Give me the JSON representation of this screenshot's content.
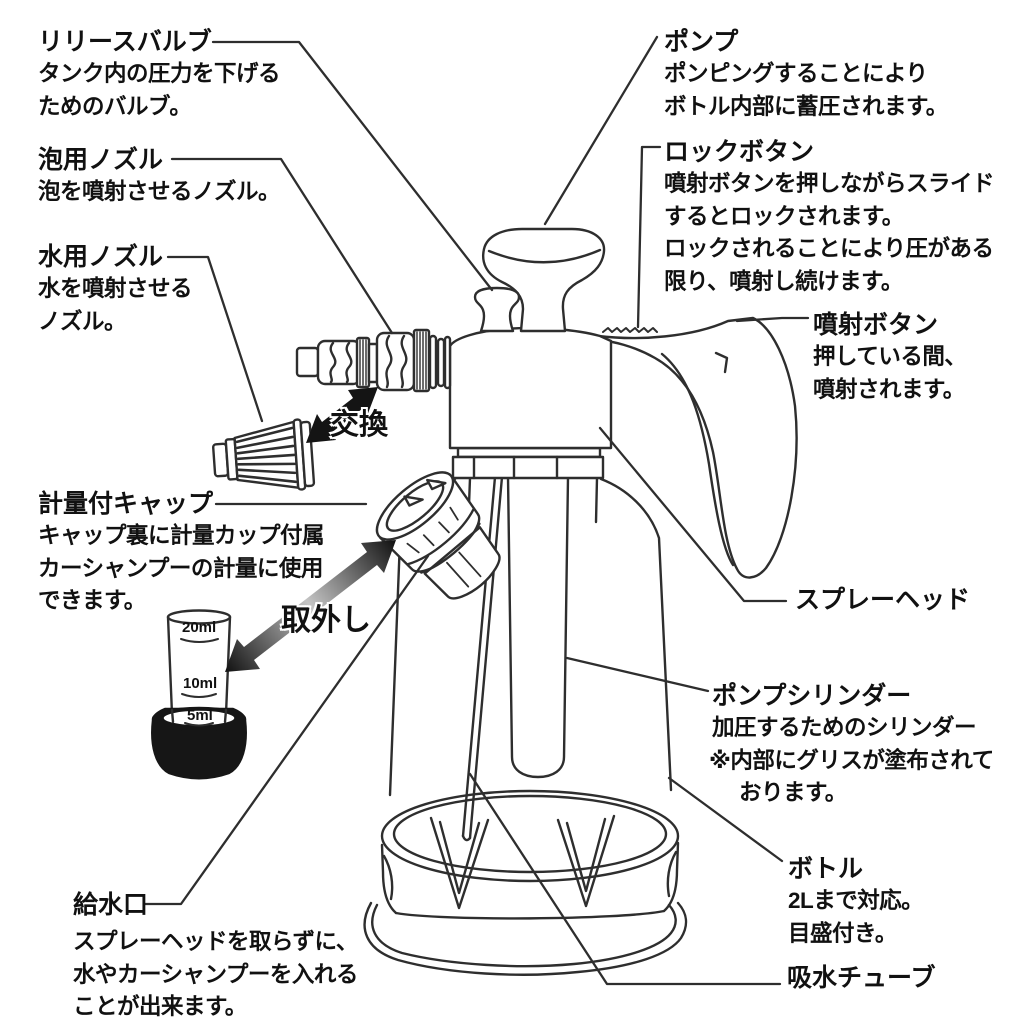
{
  "labels": {
    "release_valve": {
      "title": "リリースバルブ",
      "lines": [
        "タンク内の圧力を下げる",
        "ためのバルブ。"
      ]
    },
    "foam_nozzle": {
      "title": "泡用ノズル",
      "lines": [
        "泡を噴射させるノズル。"
      ]
    },
    "water_nozzle": {
      "title": "水用ノズル",
      "lines": [
        "水を噴射させる",
        "ノズル。"
      ]
    },
    "pump": {
      "title": "ポンプ",
      "lines": [
        "ポンピングすることにより",
        "ボトル内部に蓄圧されます。"
      ]
    },
    "lock_button": {
      "title": "ロックボタン",
      "lines": [
        "噴射ボタンを押しながらスライド",
        "するとロックされます。",
        "ロックされることにより圧がある",
        "限り、噴射し続けます。"
      ]
    },
    "spray_button": {
      "title": "噴射ボタン",
      "lines": [
        "押している間、",
        "噴射されます。"
      ]
    },
    "measuring_cap": {
      "title": "計量付キャップ",
      "lines": [
        "キャップ裏に計量カップ付属",
        "カーシャンプーの計量に使用",
        "できます。"
      ]
    },
    "spray_head": {
      "title": "スプレーヘッド"
    },
    "pump_cylinder": {
      "title": "ポンプシリンダー",
      "lines": [
        "加圧するためのシリンダー",
        "※内部にグリスが塗布されて",
        "おります。"
      ]
    },
    "bottle": {
      "title": "ボトル",
      "lines": [
        "2Lまで対応。",
        "目盛付き。"
      ]
    },
    "water_inlet": {
      "title": "給水口",
      "lines": [
        "スプレーヘッドを取らずに、",
        "水やカーシャンプーを入れる",
        "ことが出来ます。"
      ]
    },
    "suction_tube": {
      "title": "吸水チューブ"
    }
  },
  "annotations": {
    "exchange": "交換",
    "removal": "取外し"
  },
  "measuring_cup": {
    "marks": [
      "20ml",
      "10ml",
      "5ml"
    ]
  },
  "colors": {
    "line": "#2e2e2e",
    "text": "#111111",
    "arrow_black": "#141414",
    "arrow_gray": "#c4c4c4",
    "background": "#ffffff"
  }
}
